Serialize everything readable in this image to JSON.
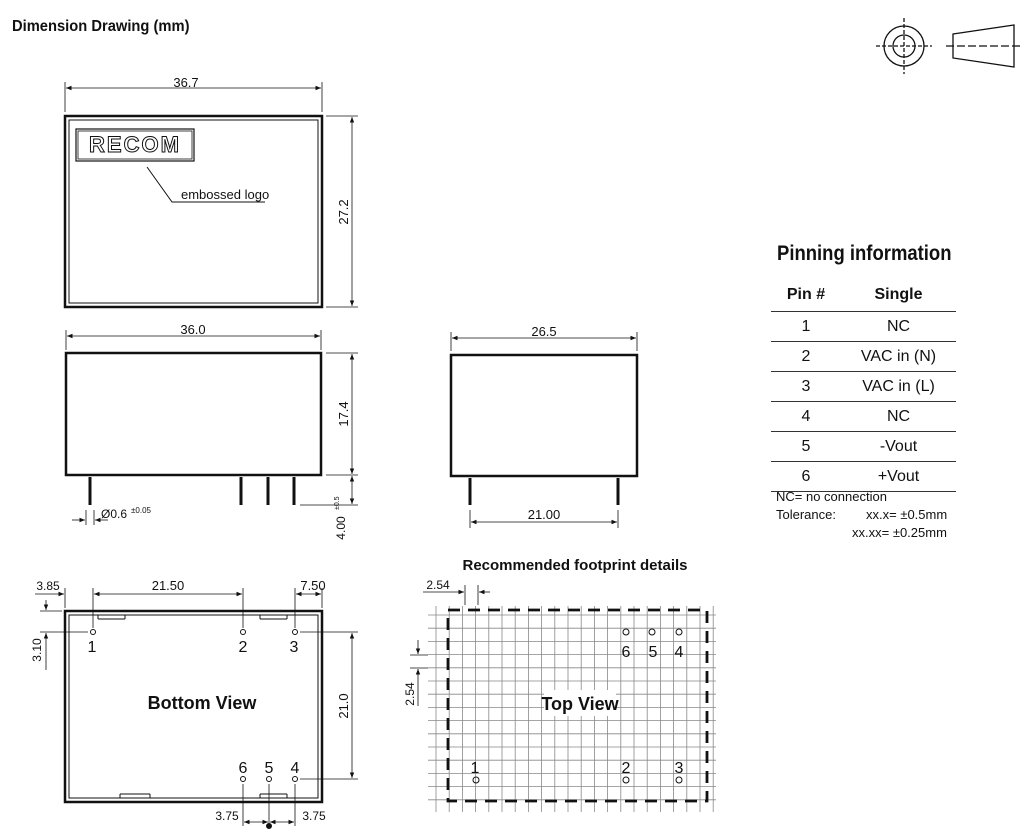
{
  "title": "Dimension Drawing (mm)",
  "logo": {
    "text": "RECOM",
    "callout": "embossed logo"
  },
  "top_view_dims": {
    "width": "36.7",
    "height": "27.2"
  },
  "side_view_dims": {
    "width": "36.0",
    "height": "17.4",
    "pin_dia": "Ø0.6",
    "pin_dia_tol": "±0.05",
    "pin_len": "4.00",
    "pin_len_tol": "±0.5"
  },
  "end_view_dims": {
    "width": "26.5",
    "pin_spacing": "21.00"
  },
  "bottom_view": {
    "label": "Bottom View",
    "dims": {
      "left_offset": "3.85",
      "pin_span": "21.50",
      "right_offset": "7.50",
      "top_offset": "3.10",
      "height": "21.0",
      "bottom_left": "3.75",
      "bottom_right": "3.75"
    },
    "pins_top": [
      "1",
      "2",
      "3"
    ],
    "pins_bottom": [
      "6",
      "5",
      "4"
    ]
  },
  "footprint": {
    "heading": "Recommended footprint details",
    "label": "Top View",
    "grid_h": "2.54",
    "grid_v": "2.54",
    "pins_top": [
      "6",
      "5",
      "4"
    ],
    "pins_bottom": [
      "1",
      "2",
      "3"
    ]
  },
  "pinning": {
    "title": "Pinning information",
    "headers": [
      "Pin #",
      "Single"
    ],
    "rows": [
      [
        "1",
        "NC"
      ],
      [
        "2",
        "VAC in (N)"
      ],
      [
        "3",
        "VAC in (L)"
      ],
      [
        "4",
        "NC"
      ],
      [
        "5",
        "-Vout"
      ],
      [
        "6",
        "+Vout"
      ]
    ]
  },
  "notes": {
    "nc": "NC= no connection",
    "tolerance_label": "Tolerance:",
    "tol1": "xx.x= ±0.5mm",
    "tol2": "xx.xx= ±0.25mm"
  }
}
